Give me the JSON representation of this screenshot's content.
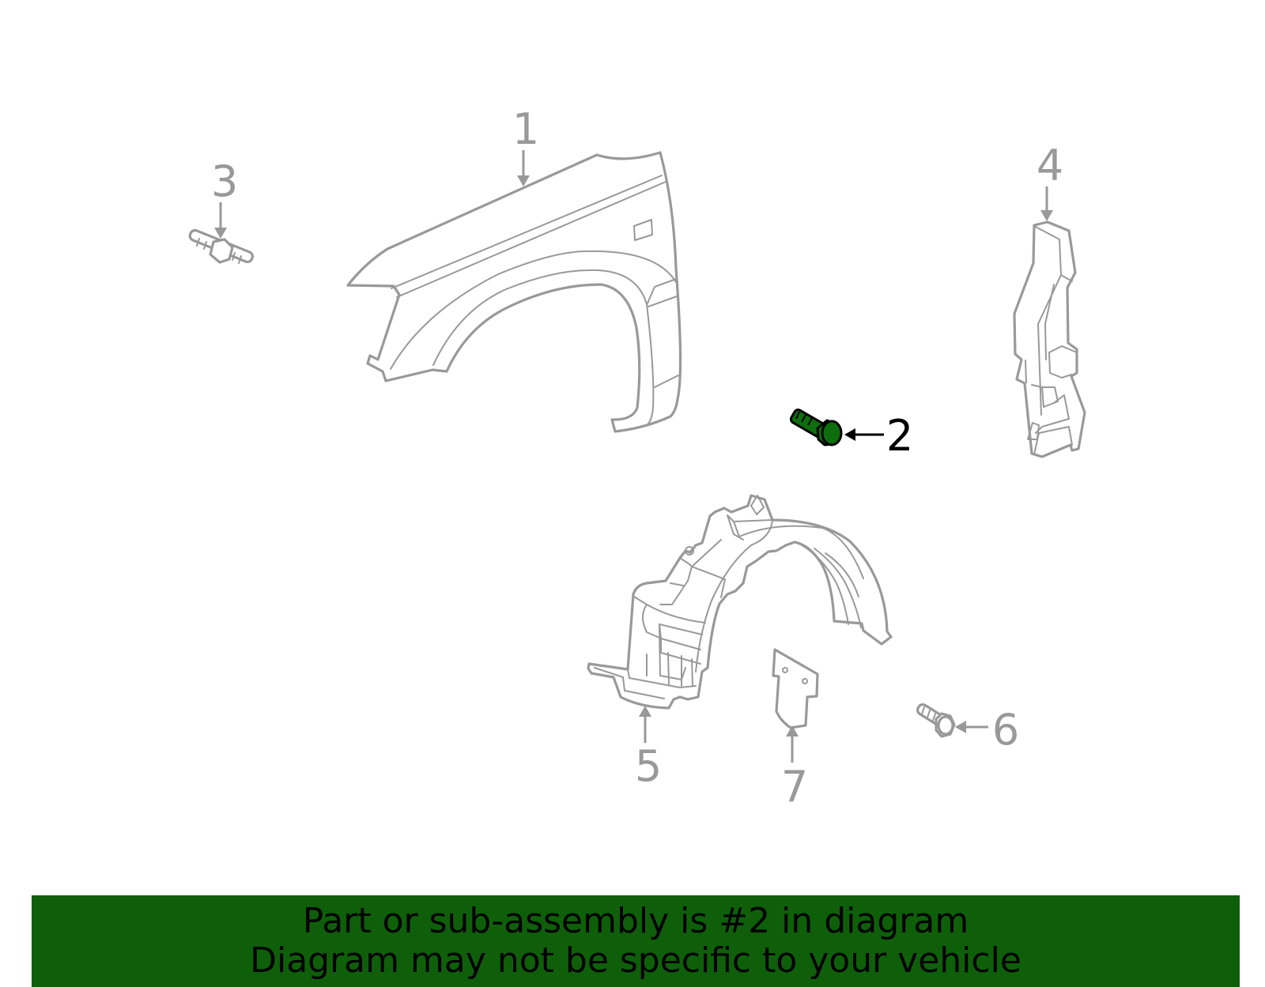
{
  "callouts": {
    "c1": "1",
    "c2": "2",
    "c3": "3",
    "c4": "4",
    "c5": "5",
    "c6": "6",
    "c7": "7"
  },
  "highlighted_part": "2",
  "colors": {
    "line": "#999999",
    "highlight": "#0e6e0e",
    "banner": "#0f5f0a",
    "text": "#000000"
  },
  "banner": {
    "line1": "Part or sub-assembly is #2 in diagram",
    "line2": "Diagram may not be specific to your vehicle"
  }
}
